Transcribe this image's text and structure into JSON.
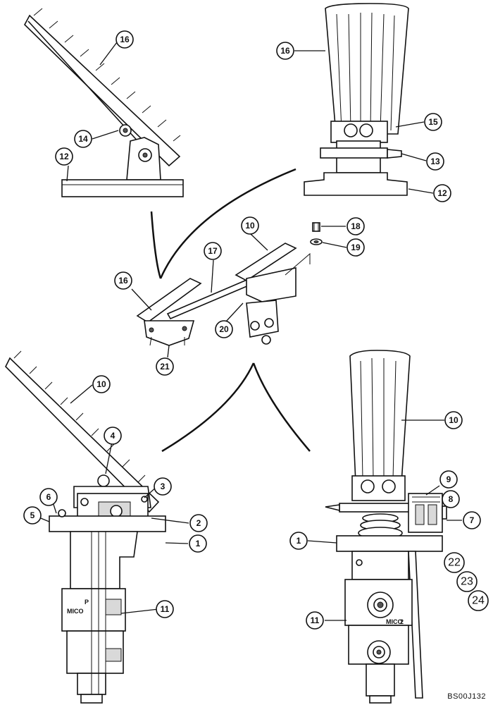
{
  "figure_code": "BS00J132",
  "callouts": {
    "c16a": "16",
    "c14": "14",
    "c12a": "12",
    "c16b": "16",
    "c15": "15",
    "c13": "13",
    "c12b": "12",
    "c10a": "10",
    "c18": "18",
    "c19": "19",
    "c17": "17",
    "c16c": "16",
    "c20": "20",
    "c21": "21",
    "c10b": "10",
    "c4": "4",
    "c3": "3",
    "c6": "6",
    "c5": "5",
    "c2": "2",
    "c1a": "1",
    "c11a": "11",
    "c10c": "10",
    "c9": "9",
    "c8": "8",
    "c7": "7",
    "c1b": "1",
    "c22": "22",
    "c23": "23",
    "c24": "24",
    "c11b": "11"
  },
  "markings": {
    "valve_brand_left": "MICO",
    "valve_brand_right": "MICO",
    "port_p": "P",
    "valve_num": "2"
  }
}
